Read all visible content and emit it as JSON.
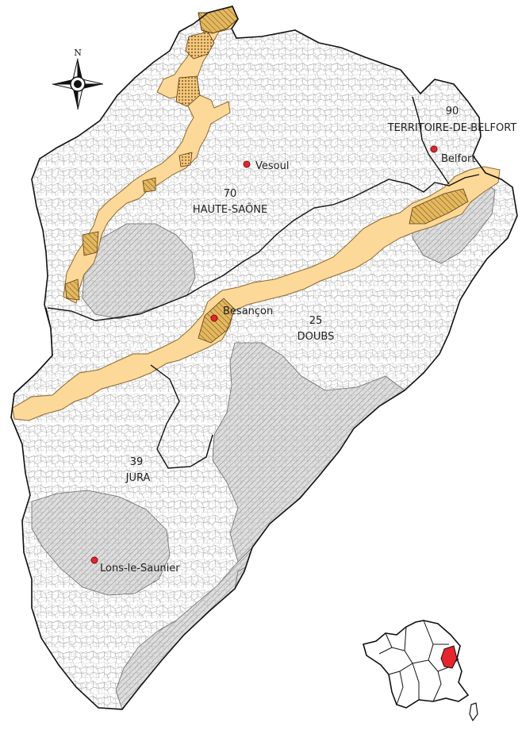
{
  "map": {
    "compass_label": "N",
    "departments": [
      {
        "code": "70",
        "name": "HAUTE-SAÔNE"
      },
      {
        "code": "90",
        "name": "TERRITOIRE-DE-BELFORT"
      },
      {
        "code": "25",
        "name": "DOUBS"
      },
      {
        "code": "39",
        "name": "JURA"
      }
    ],
    "cities": [
      {
        "name": "Vesoul"
      },
      {
        "name": "Belfort"
      },
      {
        "name": "Besançon"
      },
      {
        "name": "Lons-le-Saunier"
      }
    ],
    "colors": {
      "corridor_fill": "#fcd999",
      "corridor_stroke": "#8a6a30",
      "hatched_area_fill": "#dcdcdc",
      "city_marker": "#e8242c",
      "inset_highlight": "#e8242c",
      "border": "#555555"
    }
  }
}
